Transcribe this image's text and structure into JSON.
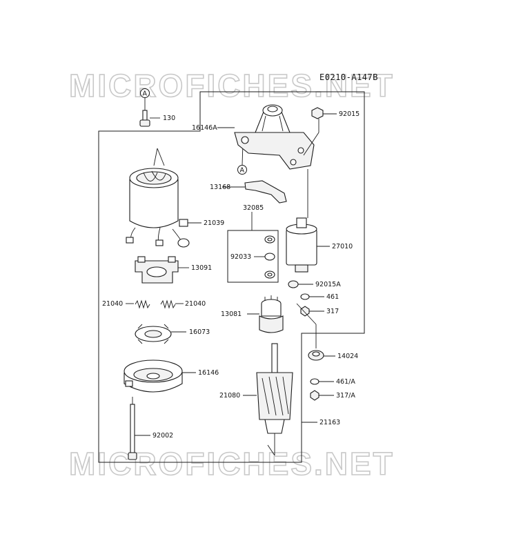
{
  "diagram_code": "E0210-A147B",
  "watermark": "MICROFICHES.NET",
  "marker": "A",
  "parts": {
    "p130": "130",
    "p16146A": "16146A",
    "p92015": "92015",
    "p13168": "13168",
    "p32085": "32085",
    "p21039": "21039",
    "p92033": "92033",
    "p27010": "27010",
    "p13091": "13091",
    "p92015A": "92015A",
    "p461": "461",
    "p21040a": "21040",
    "p21040b": "21040",
    "p317": "317",
    "p13081": "13081",
    "p16073": "16073",
    "p14024": "14024",
    "p16146": "16146",
    "p461A": "461/A",
    "p21080": "21080",
    "p317A": "317/A",
    "p21163": "21163",
    "p92002": "92002"
  }
}
